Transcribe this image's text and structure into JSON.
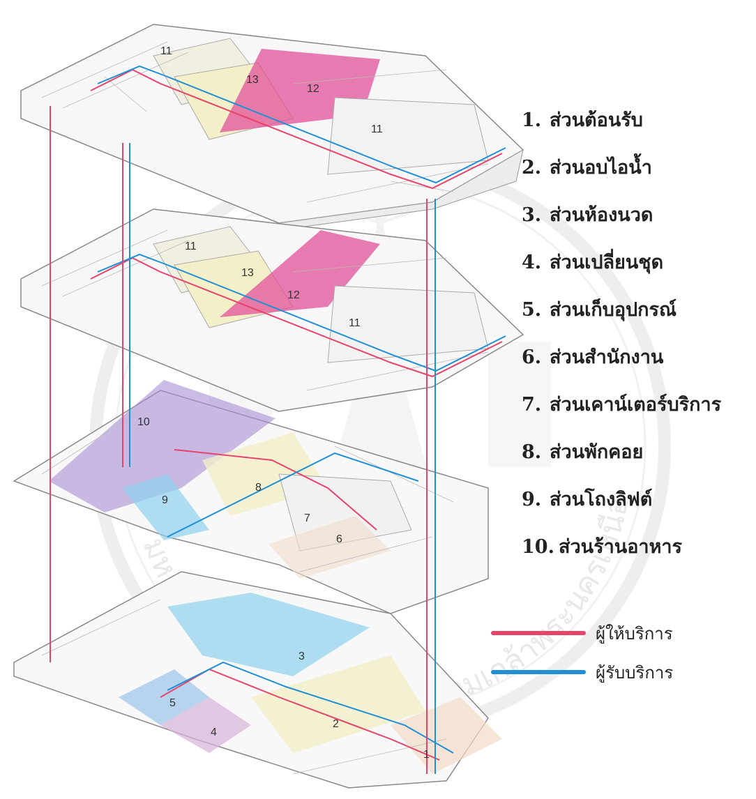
{
  "zone_legend": [
    {
      "num": "1.",
      "label": "ส่วนต้อนรับ"
    },
    {
      "num": "2.",
      "label": "ส่วนอบไอน้ำ"
    },
    {
      "num": "3.",
      "label": "ส่วนห้องนวด"
    },
    {
      "num": "4.",
      "label": "ส่วนเปลี่ยนชุด"
    },
    {
      "num": "5.",
      "label": "ส่วนเก็บอุปกรณ์"
    },
    {
      "num": "6.",
      "label": "ส่วนสำนักงาน"
    },
    {
      "num": "7.",
      "label": "ส่วนเคาน์เตอร์บริการ"
    },
    {
      "num": "8.",
      "label": "ส่วนพักคอย"
    },
    {
      "num": "9.",
      "label": "ส่วนโถงลิฟต์"
    },
    {
      "num": "10.",
      "label": "ส่วนร้านอาหาร"
    }
  ],
  "route_legend": [
    {
      "label": "ผู้ให้บริการ",
      "color": "#e8436a"
    },
    {
      "label": "ผู้รับบริการ",
      "color": "#1f8fd6"
    }
  ],
  "zone_markers": {
    "floor4": [
      "11",
      "13",
      "12",
      "11"
    ],
    "floor3": [
      "11",
      "13",
      "12",
      "11"
    ],
    "floor2": [
      "10",
      "9",
      "8",
      "7",
      "6"
    ],
    "floor1": [
      "3",
      "5",
      "4",
      "2",
      "1"
    ]
  },
  "watermark": "มหาวิทยาลัยเทคโนโลยีพระจอมเกล้าพระนครเหนือ",
  "zone_colors": {
    "pink": "#e2529a",
    "cream": "#f3efc8",
    "purple": "#a88fd6",
    "cyan": "#8ed2ee",
    "blue": "#9ac4ea",
    "lilac": "#d6b2d8",
    "peach": "#f2dcc8",
    "staff_route": "#e8436a",
    "guest_route": "#1f8fd6"
  }
}
